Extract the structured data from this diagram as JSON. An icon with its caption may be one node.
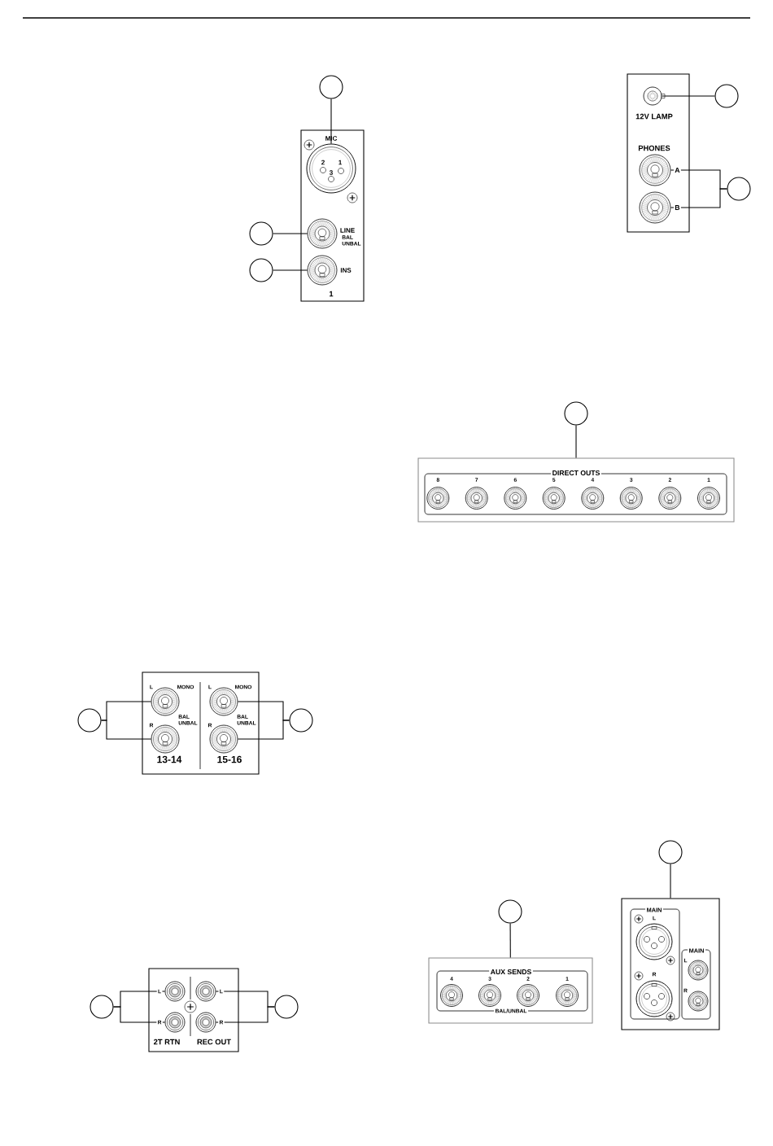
{
  "diagram": {
    "nodes": [
      {
        "text": [],
        "shape": "circle"
      },
      {
        "text": [
          "MIC",
          "LINE",
          "BAL UNBAL",
          "INS",
          "1"
        ]
      },
      {
        "text": [],
        "shape": "picture",
        "in": 1
      },
      {
        "text": [],
        "shape": "circle"
      },
      {
        "text": [],
        "shape": "picture",
        "in": 1
      },
      {
        "text": [],
        "shape": "circle"
      },
      {
        "text": [],
        "shape": "picture",
        "in": 1
      },
      {
        "text": [
          "12V LAMP",
          "PHONES"
        ]
      },
      {
        "text": [],
        "shape": "picture",
        "in": 7
      },
      {
        "text": [],
        "shape": "circle"
      },
      {
        "text": [],
        "shape": "picture",
        "in": 7
      },
      {
        "text": [],
        "shape": "picture",
        "in": 7
      },
      {
        "text": [],
        "shape": "circle"
      },
      {
        "text": [],
        "shape": "circle"
      },
      {
        "text": [
          "DIRECT OUTS",
          "8",
          "7",
          "6",
          "5",
          "4",
          "3",
          "2",
          "1"
        ]
      },
      {
        "text": [],
        "shape": "circle"
      },
      {
        "text": [
          "L",
          "MONO",
          "R",
          "BAL UNBAL",
          "13-14",
          "L",
          "MONO",
          "R",
          "BAL UNBAL",
          "15-16"
        ]
      },
      {
        "text": [],
        "shape": "picture",
        "in": 16
      },
      {
        "text": [],
        "shape": "picture",
        "in": 16
      },
      {
        "text": [],
        "shape": "picture",
        "in": 16
      },
      {
        "text": [],
        "shape": "picture",
        "in": 16
      },
      {
        "text": [],
        "shape": "circle"
      },
      {
        "text": [],
        "shape": "circle"
      },
      {
        "text": [
          "2T RTN",
          "REC OUT"
        ]
      },
      {
        "text": [],
        "shape": "picture",
        "in": 23
      },
      {
        "text": [],
        "shape": "picture",
        "in": 23
      },
      {
        "text": [],
        "shape": "picture",
        "in": 23
      },
      {
        "text": [],
        "shape": "picture",
        "in": 23
      },
      {
        "text": [],
        "shape": "circle"
      },
      {
        "text": [],
        "shape": "circle"
      },
      {
        "text": [
          "AUX SENDS",
          "4",
          "3",
          "2",
          "1",
          "BAL/UNBAL"
        ]
      },
      {
        "text": [],
        "shape": "circle"
      },
      {
        "text": [
          "MAIN",
          "L",
          "R",
          "MAIN",
          "L",
          "R"
        ]
      }
    ],
    "edges": [
      {
        "from": 0,
        "to": 2,
        "arrow": "none"
      },
      {
        "from": 3,
        "to": 4,
        "arrow": "none"
      },
      {
        "from": 5,
        "to": 6,
        "arrow": "none"
      },
      {
        "from": 9,
        "to": 8,
        "arrow": "none"
      },
      {
        "from": 12,
        "to": 10,
        "arrow": "none",
        "label": "A"
      },
      {
        "from": 12,
        "to": 11,
        "arrow": "none",
        "label": "B"
      },
      {
        "from": 13,
        "to": 14,
        "arrow": "none"
      },
      {
        "from": 15,
        "to": 17,
        "arrow": "none"
      },
      {
        "from": 15,
        "to": 18,
        "arrow": "none"
      },
      {
        "from": 21,
        "to": 19,
        "arrow": "none"
      },
      {
        "from": 21,
        "to": 20,
        "arrow": "none"
      },
      {
        "from": 22,
        "to": 24,
        "arrow": "none",
        "label": "L"
      },
      {
        "from": 22,
        "to": 25,
        "arrow": "none",
        "label": "R"
      },
      {
        "from": 28,
        "to": 26,
        "arrow": "none",
        "label": "L"
      },
      {
        "from": 28,
        "to": 27,
        "arrow": "none",
        "label": "R"
      },
      {
        "from": 29,
        "to": 30,
        "arrow": "none"
      },
      {
        "from": 31,
        "to": 32,
        "arrow": "none"
      }
    ],
    "labels": [
      "2",
      "1",
      "3"
    ]
  }
}
